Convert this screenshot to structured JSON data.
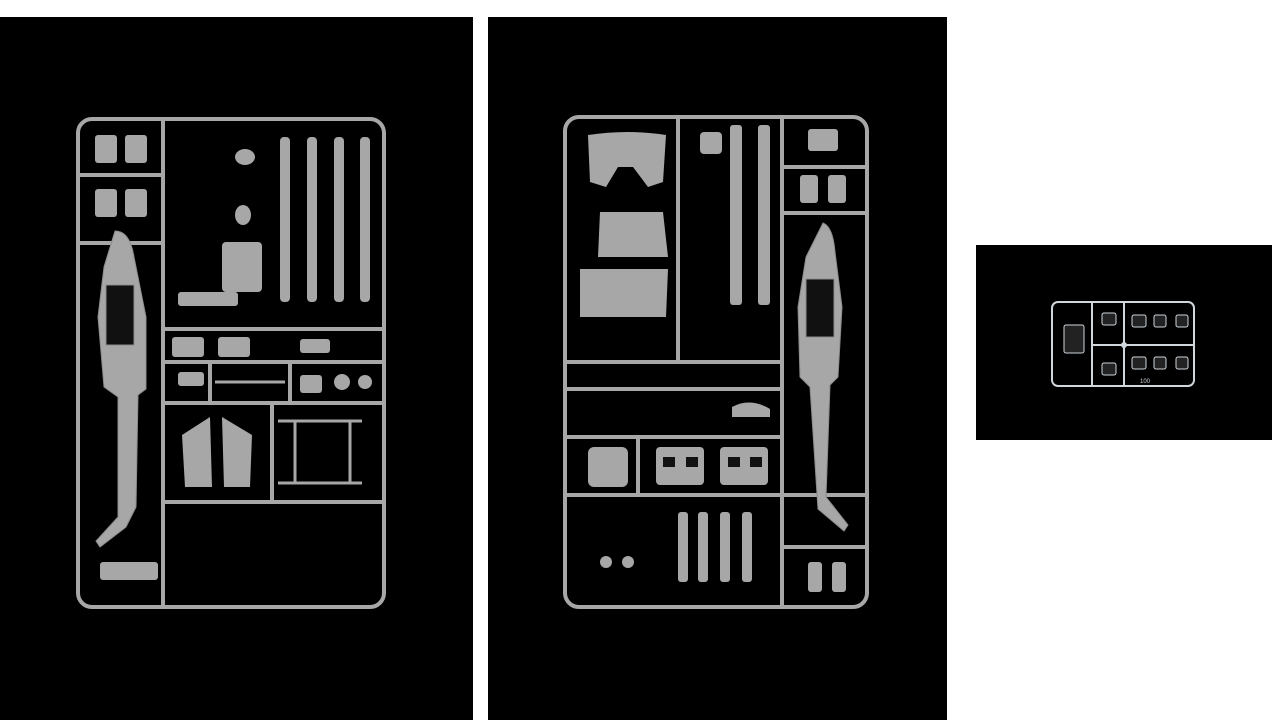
{
  "images": [
    {
      "name": "sprue-frame-photo-1",
      "kind": "plastic model kit sprue, grey, on black background"
    },
    {
      "name": "sprue-frame-photo-2",
      "kind": "plastic model kit sprue, grey, on black background"
    },
    {
      "name": "sprue-frame-photo-3",
      "kind": "clear plastic sprue on black background",
      "label": "100"
    }
  ],
  "colors": {
    "page_background": "#ffffff",
    "photo_background": "#000000",
    "sprue_grey": "#a7a7a7",
    "clear_part": "#cfd6dc"
  }
}
